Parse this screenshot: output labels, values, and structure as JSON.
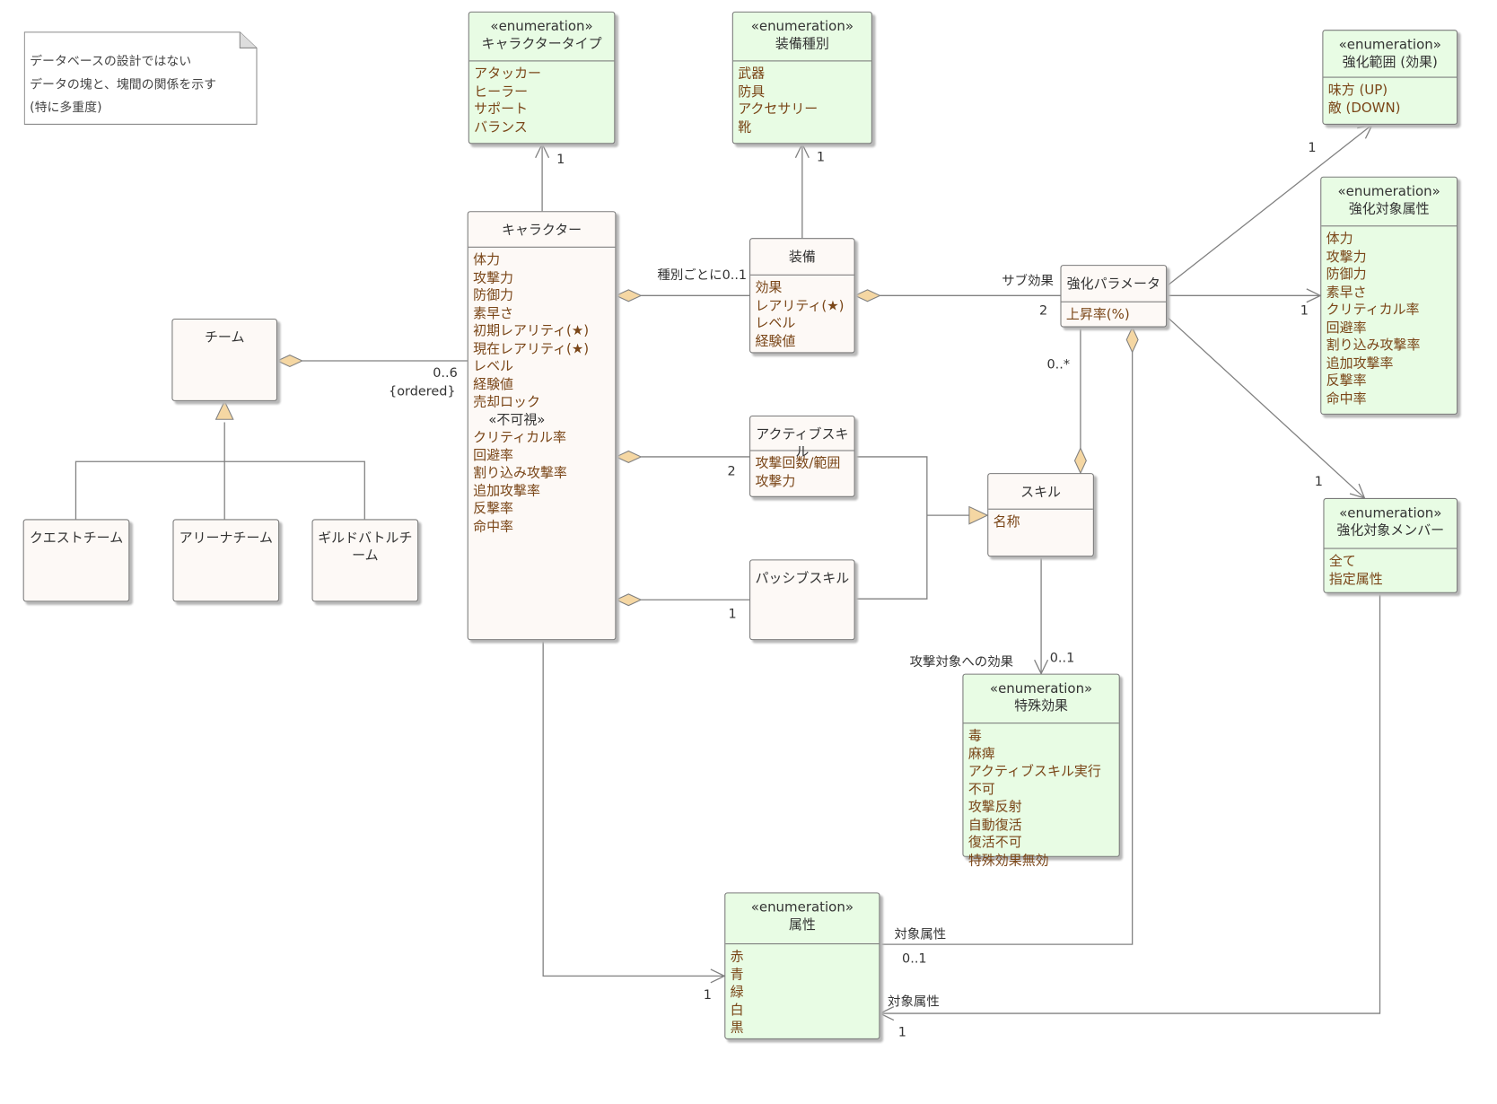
{
  "note": {
    "lines": [
      "データベースの設計ではない",
      "データの塊と、塊間の関係を示す",
      "(特に多重度)"
    ]
  },
  "classes": {
    "character_type": {
      "stereotype": "«enumeration»",
      "name": "キャラクタータイプ",
      "attributes": [
        "アタッカー",
        "ヒーラー",
        "サポート",
        "バランス"
      ]
    },
    "equipment_type": {
      "stereotype": "«enumeration»",
      "name": "装備種別",
      "attributes": [
        "武器",
        "防具",
        "アクセサリー",
        "靴"
      ]
    },
    "buff_range": {
      "stereotype": "«enumeration»",
      "name": "強化範囲 (効果)",
      "attributes": [
        "味方 (UP)",
        "敵 (DOWN)"
      ]
    },
    "buff_target_attr": {
      "stereotype": "«enumeration»",
      "name": "強化対象属性",
      "attributes": [
        "体力",
        "攻撃力",
        "防御力",
        "素早さ",
        "クリティカル率",
        "回避率",
        "割り込み攻撃率",
        "追加攻撃率",
        "反撃率",
        "命中率"
      ]
    },
    "buff_target_member": {
      "stereotype": "«enumeration»",
      "name": "強化対象メンバー",
      "attributes": [
        "全て",
        "指定属性"
      ]
    },
    "character": {
      "name": "キャラクター",
      "attributes": [
        "体力",
        "攻撃力",
        "防御力",
        "素早さ",
        "初期レアリティ(★)",
        "現在レアリティ(★)",
        "レベル",
        "経験値",
        "売却ロック"
      ],
      "hidden_stereotype": "«不可視»",
      "hidden_attributes": [
        "クリティカル率",
        "回避率",
        "割り込み攻撃率",
        "追加攻撃率",
        "反撃率",
        "命中率"
      ]
    },
    "team": {
      "name": "チーム",
      "attributes": []
    },
    "quest_team": {
      "name": "クエストチーム",
      "attributes": []
    },
    "arena_team": {
      "name": "アリーナチーム",
      "attributes": []
    },
    "guild_team": {
      "name": "ギルドバトルチーム",
      "attributes": []
    },
    "equipment": {
      "name": "装備",
      "attributes": [
        "効果",
        "レアリティ(★)",
        "レベル",
        "経験値"
      ]
    },
    "buff_param": {
      "name": "強化パラメータ",
      "attributes": [
        "上昇率(%)"
      ]
    },
    "active_skill": {
      "name": "アクティブスキル",
      "attributes": [
        "攻撃回数/範囲",
        "攻撃力"
      ]
    },
    "passive_skill": {
      "name": "パッシブスキル",
      "attributes": []
    },
    "skill": {
      "name": "スキル",
      "attributes": [
        "名称"
      ]
    },
    "special_effect": {
      "stereotype": "«enumeration»",
      "name": "特殊効果",
      "attributes": [
        "毒",
        "麻痺",
        "アクティブスキル実行不可",
        "攻撃反射",
        "自動復活",
        "復活不可",
        "特殊効果無効"
      ]
    },
    "element": {
      "stereotype": "«enumeration»",
      "name": "属性",
      "attributes": [
        "赤",
        "青",
        "緑",
        "白",
        "黒"
      ]
    }
  },
  "labels": {
    "char_type_mult": "1",
    "equip_type_mult": "1",
    "team_mult": "0..6",
    "team_ordered": "{ordered}",
    "equip_role": "種別ごとに0..1",
    "sub_effect_role": "サブ効果",
    "sub_effect_mult": "2",
    "active_mult": "2",
    "passive_mult": "1",
    "skill_buff_mult": "0..*",
    "attack_effect_role": "攻撃対象への効果",
    "attack_effect_mult": "0..1",
    "buff_range_mult": "1",
    "buff_attr_mult": "1",
    "buff_member_mult": "1",
    "param_elem_role": "対象属性",
    "param_elem_mult": "0..1",
    "char_elem_mult": "1",
    "member_elem_role": "対象属性",
    "member_elem_mult": "1"
  },
  "colors": {
    "class_fill": "#fdf9f6",
    "enum_fill": "#e8fce4",
    "attribute_text": "#7a4618",
    "diamond_fill": "#f5d7a3",
    "line": "#808080"
  }
}
